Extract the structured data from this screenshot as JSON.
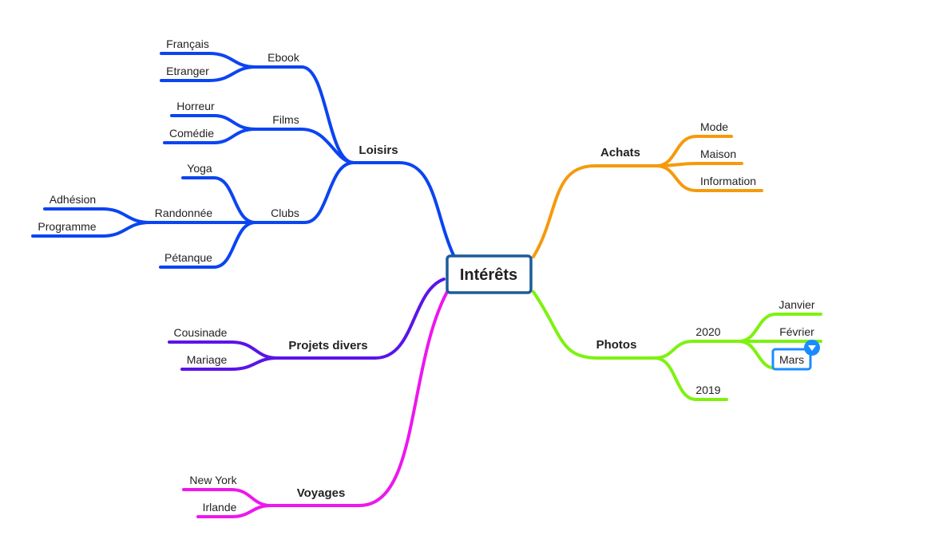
{
  "colors": {
    "loisirs": "#0b44f2",
    "projets": "#5a14e8",
    "voyages": "#ee16ee",
    "achats": "#f59a0c",
    "photos": "#7df20f",
    "root_border": "#1d5b99",
    "selection": "#1a8cff"
  },
  "root": {
    "label": "Intérêts"
  },
  "branches": {
    "loisirs": {
      "label": "Loisirs",
      "ebook": {
        "label": "Ebook",
        "children": [
          "Français",
          "Etranger"
        ]
      },
      "films": {
        "label": "Films",
        "children": [
          "Horreur",
          "Comédie"
        ]
      },
      "clubs": {
        "label": "Clubs",
        "yoga": "Yoga",
        "randonnee": {
          "label": "Randonnée",
          "children": [
            "Adhésion",
            "Programme"
          ]
        },
        "petanque": "Pétanque"
      }
    },
    "projets": {
      "label": "Projets divers",
      "children": [
        "Cousinade",
        "Mariage"
      ]
    },
    "voyages": {
      "label": "Voyages",
      "children": [
        "New York",
        "Irlande"
      ]
    },
    "achats": {
      "label": "Achats",
      "children": [
        "Mode",
        "Maison",
        "Information"
      ]
    },
    "photos": {
      "label": "Photos",
      "y2020": {
        "label": "2020",
        "children": [
          "Janvier",
          "Février",
          "Mars"
        ]
      },
      "y2019": {
        "label": "2019"
      }
    }
  },
  "selected_node": "Mars",
  "collapse_icon": "chevron-down-icon"
}
